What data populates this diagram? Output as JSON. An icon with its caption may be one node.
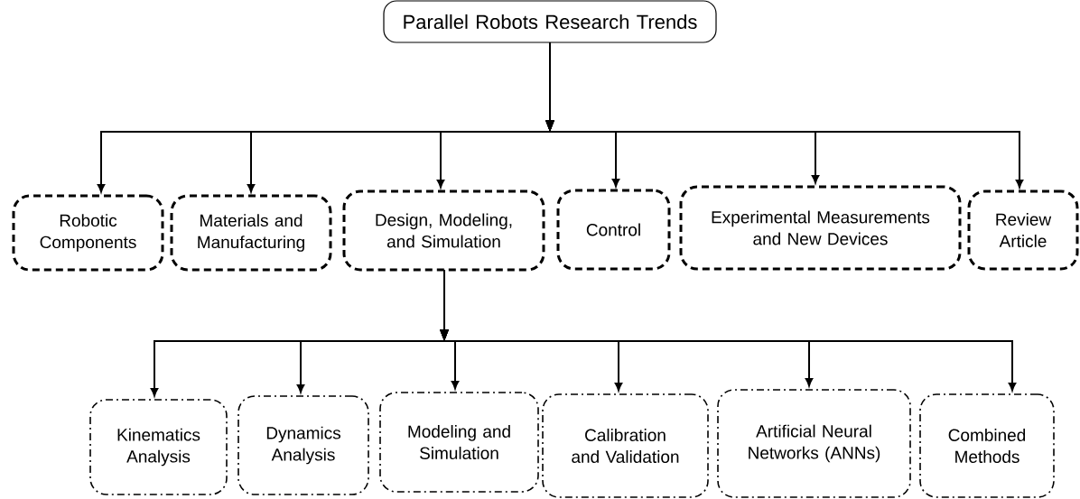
{
  "diagram": {
    "nodes": [
      {
        "text": [
          "Parallel Robots Research Trends"
        ]
      },
      {
        "text": [
          "Robotic Components"
        ]
      },
      {
        "text": [
          "Materials and Manufacturing"
        ]
      },
      {
        "text": [
          "Design, Modeling, and Simulation"
        ]
      },
      {
        "text": [
          "Control"
        ]
      },
      {
        "text": [
          "Experimental Measurements and New Devices"
        ]
      },
      {
        "text": [
          "Review Article"
        ]
      },
      {
        "text": [
          "Kinematics Analysis"
        ]
      },
      {
        "text": [
          "Dynamics Analysis"
        ]
      },
      {
        "text": [
          "Modeling and Simulation"
        ]
      },
      {
        "text": [
          "Calibration and Validation"
        ]
      },
      {
        "text": [
          "Artificial Neural Networks (ANNs)"
        ]
      },
      {
        "text": [
          "Combined Methods"
        ]
      }
    ],
    "edges": [
      {
        "from": 0,
        "to": 1,
        "arrow": "to"
      },
      {
        "from": 0,
        "to": 2,
        "arrow": "to"
      },
      {
        "from": 0,
        "to": 3,
        "arrow": "to"
      },
      {
        "from": 0,
        "to": 4,
        "arrow": "to"
      },
      {
        "from": 0,
        "to": 5,
        "arrow": "to"
      },
      {
        "from": 0,
        "to": 6,
        "arrow": "to"
      },
      {
        "from": 3,
        "to": 7,
        "arrow": "to"
      },
      {
        "from": 3,
        "to": 8,
        "arrow": "to"
      },
      {
        "from": 3,
        "to": 9,
        "arrow": "to"
      },
      {
        "from": 3,
        "to": 10,
        "arrow": "to"
      },
      {
        "from": 3,
        "to": 11,
        "arrow": "to"
      },
      {
        "from": 3,
        "to": 12,
        "arrow": "to"
      }
    ]
  }
}
